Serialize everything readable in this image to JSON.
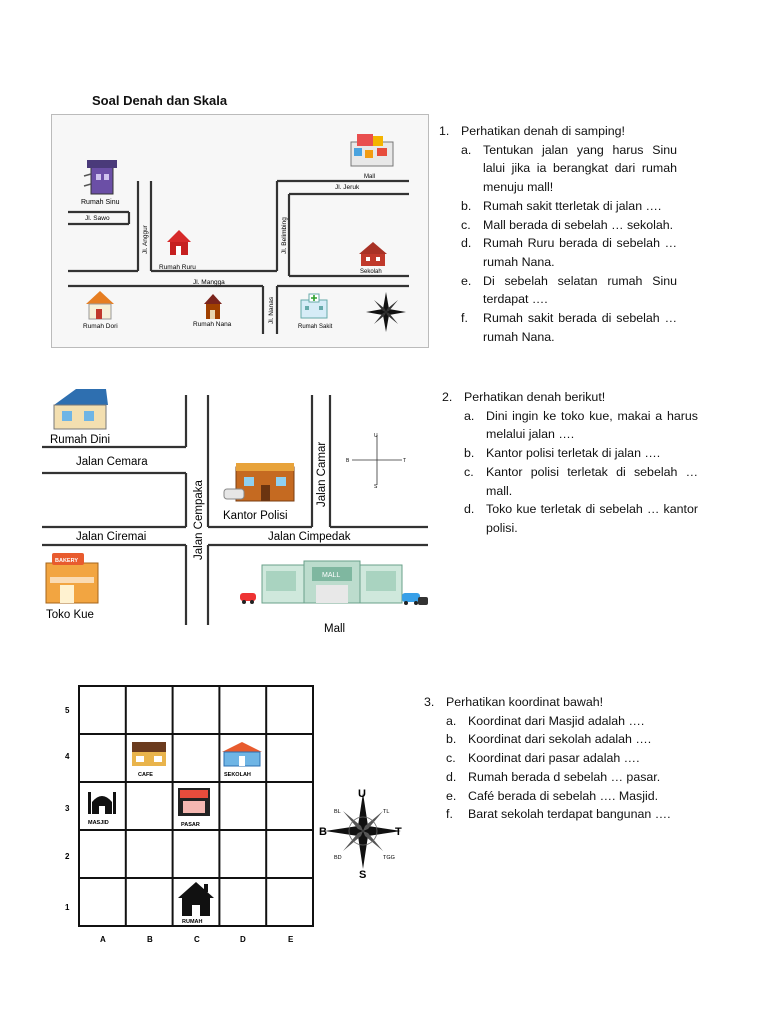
{
  "title": "Soal Denah dan Skala",
  "map1": {
    "labels": {
      "rumah_sinu": "Rumah Sinu",
      "jl_sawo": "Jl. Sawo",
      "jl_anggur": "Jl. Anggur",
      "rumah_ruru": "Rumah Ruru",
      "jl_belimbing": "Jl. Belimbing",
      "mall": "Mall",
      "jl_jeruk": "Jl. Jeruk",
      "sekolah": "Sekolah",
      "jl_mangga": "Jl. Mangga",
      "rumah_dori": "Rumah Dori",
      "rumah_nana": "Rumah Nana",
      "jl_nanas": "Jl. Nanas",
      "rumah_sakit": "Rumah Sakit"
    }
  },
  "map2": {
    "labels": {
      "rumah_dini": "Rumah Dini",
      "jalan_cemara": "Jalan Cemara",
      "jalan_cempaka": "Jalan Cempaka",
      "jalan_camar": "Jalan Camar",
      "kantor_polisi": "Kantor Polisi",
      "jalan_ciremai": "Jalan Ciremai",
      "jalan_cimpedak": "Jalan Cimpedak",
      "bakery": "BAKERY",
      "toko_kue": "Toko Kue",
      "mall": "Mall",
      "mall_sign": "MALL",
      "compass": {
        "n": "U",
        "s": "S",
        "w": "B",
        "e": "T"
      }
    }
  },
  "grid": {
    "rows": [
      "5",
      "4",
      "3",
      "2",
      "1"
    ],
    "cols": [
      "A",
      "B",
      "C",
      "D",
      "E"
    ],
    "labels": {
      "cafe": "CAFE",
      "sekolah": "SEKOLAH",
      "masjid": "MASJID",
      "pasar": "PASAR",
      "rumah": "RUMAH"
    },
    "compass": {
      "n": "U",
      "s": "S",
      "w": "B",
      "e": "T",
      "nw": "BL",
      "ne": "TL",
      "sw": "BD",
      "se": "TGG"
    }
  },
  "questions": [
    {
      "num": "1.",
      "lead": "Perhatikan denah di samping!",
      "items": [
        {
          "l": "a.",
          "t": "Tentukan jalan yang harus Sinu lalui jika ia berangkat dari rumah menuju mall!"
        },
        {
          "l": "b.",
          "t": "Rumah sakit tterletak di jalan …."
        },
        {
          "l": "c.",
          "t": "Mall berada di sebelah … sekolah."
        },
        {
          "l": "d.",
          "t": "Rumah Ruru berada di sebelah … rumah Nana."
        },
        {
          "l": "e.",
          "t": "Di sebelah selatan rumah Sinu terdapat …."
        },
        {
          "l": "f.",
          "t": "Rumah sakit berada di sebelah … rumah Nana."
        }
      ]
    },
    {
      "num": "2.",
      "lead": "Perhatikan denah berikut!",
      "items": [
        {
          "l": "a.",
          "t": "Dini ingin ke toko kue, makai a harus melalui jalan …."
        },
        {
          "l": "b.",
          "t": "Kantor polisi terletak di jalan …."
        },
        {
          "l": "c.",
          "t": "Kantor polisi terletak di sebelah … mall."
        },
        {
          "l": "d.",
          "t": "Toko kue terletak di sebelah … kantor polisi."
        }
      ]
    },
    {
      "num": "3.",
      "lead": "Perhatikan koordinat bawah!",
      "items": [
        {
          "l": "a.",
          "t": "Koordinat dari Masjid adalah …."
        },
        {
          "l": "b.",
          "t": "Koordinat dari sekolah adalah …."
        },
        {
          "l": "c.",
          "t": "Koordinat dari pasar adalah …."
        },
        {
          "l": "d.",
          "t": "Rumah berada d sebelah … pasar."
        },
        {
          "l": "e.",
          "t": "Café berada di sebelah …. Masjid."
        },
        {
          "l": "f.",
          "t": "Barat sekolah terdapat bangunan …."
        }
      ]
    }
  ]
}
